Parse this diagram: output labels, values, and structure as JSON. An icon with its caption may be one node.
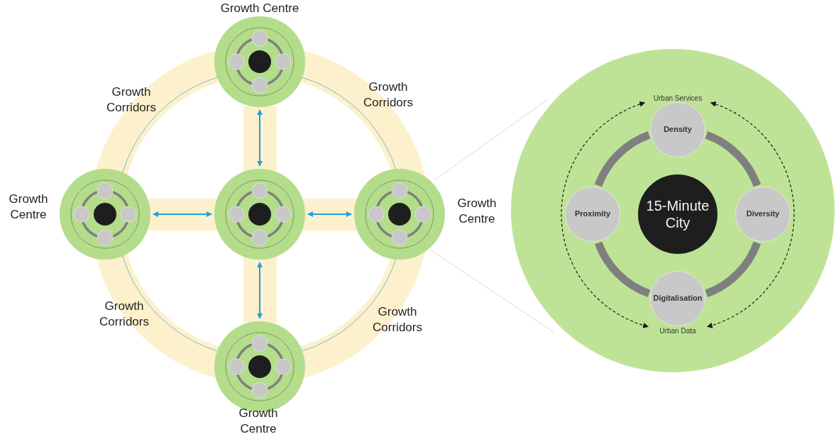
{
  "diagram": {
    "nodes": [
      {
        "text": [],
        "shape": "circle",
        "beside": [
          "Growth Centre"
        ]
      },
      {
        "text": [],
        "shape": "circle",
        "beside": [
          "Growth Centre"
        ]
      },
      {
        "text": [],
        "shape": "circle"
      },
      {
        "text": [],
        "shape": "circle",
        "beside": [
          "Growth Centre"
        ]
      },
      {
        "text": [],
        "shape": "circle",
        "beside": [
          "Growth Centre"
        ]
      },
      {
        "text": [],
        "shape": "circle"
      },
      {
        "text": [
          "Urban Services"
        ],
        "in": 5
      },
      {
        "text": [
          "Density"
        ],
        "in": 5
      },
      {
        "text": [
          "Proximity"
        ],
        "in": 5
      },
      {
        "text": [
          "15-Minute City"
        ],
        "in": 5
      },
      {
        "text": [
          "Diversity"
        ],
        "in": 5
      },
      {
        "text": [
          "Digitalisation"
        ],
        "in": 5
      },
      {
        "text": [
          "Urban Data"
        ],
        "in": 5
      }
    ],
    "edges": [
      {
        "from": 2,
        "to": 0,
        "arrow": "both",
        "color": "#1fa0dc"
      },
      {
        "from": 2,
        "to": 1,
        "arrow": "both",
        "color": "#1fa0dc"
      },
      {
        "from": 2,
        "to": 3,
        "arrow": "both",
        "color": "#1fa0dc"
      },
      {
        "from": 2,
        "to": 4,
        "arrow": "both",
        "color": "#1fa0dc"
      },
      {
        "from": 6,
        "to": 12,
        "arrow": "both",
        "style": "dashed",
        "color": "#1a1a1a"
      },
      {
        "from": 6,
        "to": 12,
        "arrow": "both",
        "style": "dashed",
        "color": "#1a1a1a"
      },
      {
        "from": 7,
        "to": 10,
        "arrow": "none",
        "style": "thick",
        "color": "#7f7f7f"
      },
      {
        "from": 10,
        "to": 11,
        "arrow": "none",
        "style": "thick",
        "color": "#7f7f7f"
      },
      {
        "from": 11,
        "to": 8,
        "arrow": "none",
        "style": "thick",
        "color": "#7f7f7f"
      },
      {
        "from": 8,
        "to": 7,
        "arrow": "none",
        "style": "thick",
        "color": "#7f7f7f"
      }
    ],
    "labels": [
      "Growth Corridors",
      "Growth Corridors",
      "Growth Corridors",
      "Growth Corridors"
    ]
  }
}
